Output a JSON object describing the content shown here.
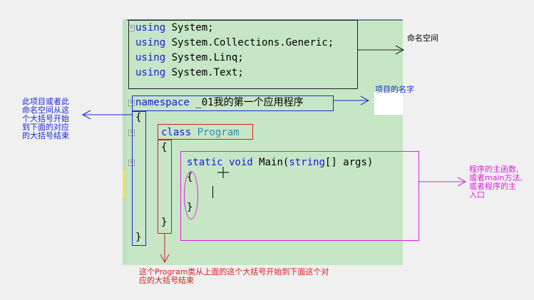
{
  "code": {
    "using_lines": [
      {
        "kw": "using",
        "rest": " System;"
      },
      {
        "kw": "using",
        "rest": " System.Collections.Generic;"
      },
      {
        "kw": "using",
        "rest": " System.Linq;"
      },
      {
        "kw": "using",
        "rest": " System.Text;"
      }
    ],
    "namespace_kw": "namespace",
    "namespace_name": " _01我的第一个应用程序",
    "open_brace": "{",
    "close_brace": "}",
    "class_kw": "class",
    "class_name": " Program",
    "method": {
      "static_kw": "static",
      "void_kw": " void",
      "name": " Main(",
      "param_type": "string",
      "param_rest": "[] args)"
    }
  },
  "fold_glyph": "⊟",
  "annotations": {
    "namespace_comment": "命名空间",
    "project_name": "项目的名字",
    "brace_scope_left": "此项目或者此\n命名空间从这\n个大括号开始\n到下面的对应\n的大括号结束",
    "main_function": "程序的主函数,\n或者main方法,\n或者程序的主\n入口",
    "class_scope": "这个Program类从上面的这个大括号开始到下面这个对\n应的大括号结束"
  },
  "colors": {
    "editor_bg": "#c6e6c6",
    "keyword": "#1a1ad6",
    "type": "#2b91af",
    "blue_annotation": "#1a2ad0",
    "red_annotation": "#d02020",
    "magenta_annotation": "#e020e0"
  }
}
